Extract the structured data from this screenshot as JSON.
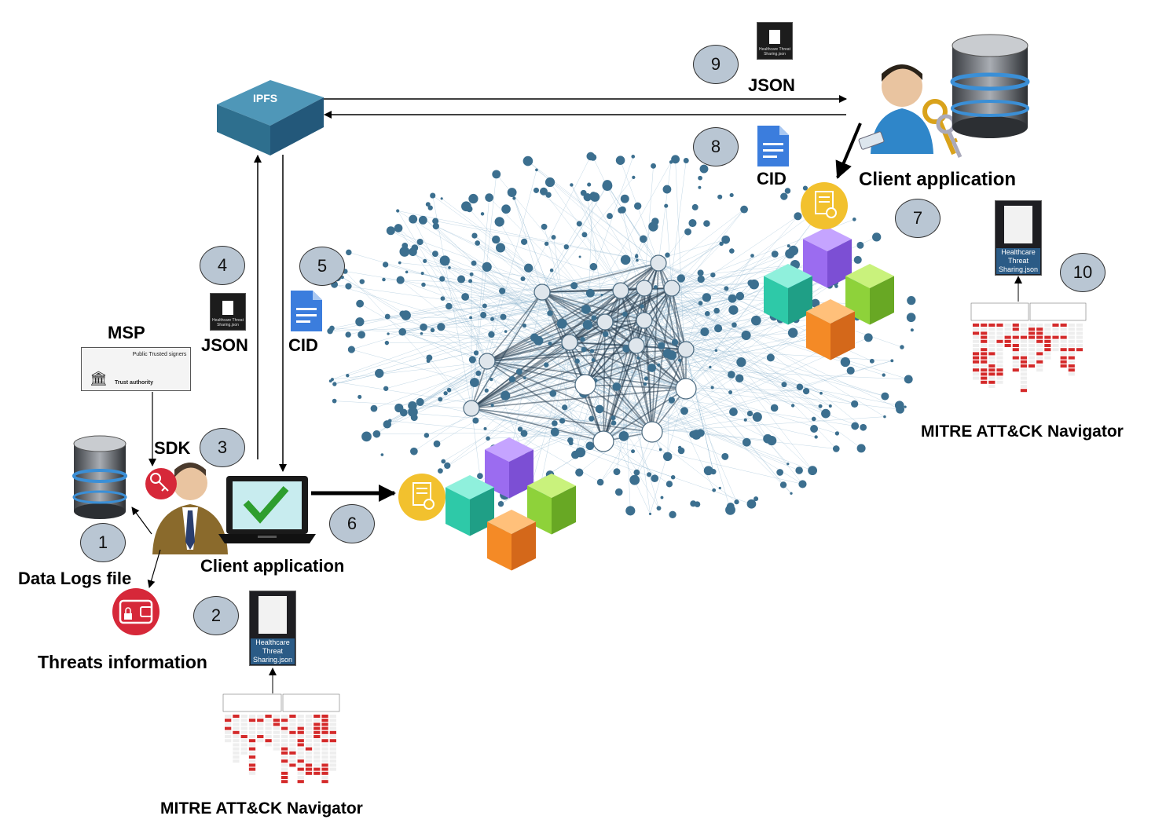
{
  "nodes": {
    "ipfs": "IPFS",
    "msp": "MSP",
    "msp_public_signers": "Public Trusted signers",
    "msp_trust_authority": "Trust authority",
    "sdk": "SDK",
    "client_app_left": "Client application",
    "client_app_right": "Client application",
    "data_logs": "Data Logs file",
    "threats": "Threats information",
    "mitre_left": "MITRE ATT&CK Navigator",
    "mitre_right": "MITRE ATT&CK Navigator",
    "json_upload": "JSON",
    "cid_return": "CID",
    "cid_right": "CID",
    "json_right": "JSON",
    "json_file_caption": "Healthcare Threat Sharing.json",
    "json_file_small_caption": "Healthcare Threat Sharing.json"
  },
  "steps": [
    "1",
    "2",
    "3",
    "4",
    "5",
    "6",
    "7",
    "8",
    "9",
    "10"
  ],
  "colors": {
    "badge": "#b9c6d3",
    "ipfs": "#2e6f8e",
    "network_edge": "#8fb7cf",
    "network_node": "#3c6f8f",
    "block_purple": "#9b6cf0",
    "block_teal": "#2ec9a8",
    "block_green": "#8ed23a",
    "block_orange": "#f48a26",
    "cert_yellow": "#f2c12e",
    "wallet_red": "#d62839"
  },
  "icons": [
    "ipfs-box-icon",
    "database-icon",
    "user-icon",
    "key-icon",
    "wallet-icon",
    "laptop-icon",
    "blockchain-icon",
    "certificate-icon",
    "document-icon",
    "network-graph"
  ]
}
